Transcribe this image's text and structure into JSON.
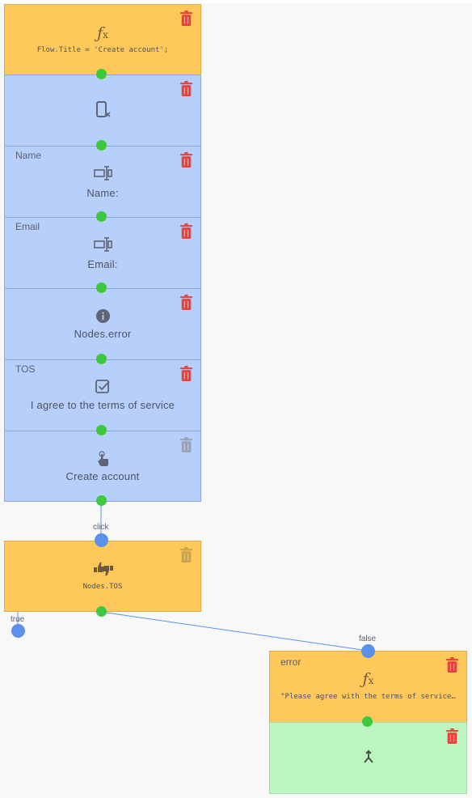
{
  "nodes": [
    {
      "label": "",
      "icon": "fx-icon",
      "text": "Flow.Title = 'Create account';",
      "trash": "active"
    },
    {
      "label": "",
      "icon": "phone-close-icon",
      "text": "",
      "trash": "active"
    },
    {
      "label": "Name",
      "icon": "input-field-icon",
      "text": "Name:",
      "trash": "active"
    },
    {
      "label": "Email",
      "icon": "input-field-icon",
      "text": "Email:",
      "trash": "active"
    },
    {
      "label": "",
      "icon": "info-icon",
      "text": "Nodes.error",
      "trash": "active"
    },
    {
      "label": "TOS",
      "icon": "checkbox-icon",
      "text": "I agree to the terms of service",
      "trash": "active"
    },
    {
      "label": "",
      "icon": "tap-icon",
      "text": "Create account",
      "trash": "disabled"
    },
    {
      "label": "",
      "icon": "thumbs-icon",
      "text": "Nodes.TOS",
      "trash": "disabled"
    },
    {
      "label": "error",
      "icon": "fx-icon",
      "text": "\"Please agree with the terms of service…",
      "trash": "active"
    },
    {
      "label": "",
      "icon": "merge-icon",
      "text": "",
      "trash": "active"
    }
  ],
  "edges": [
    {
      "label": "click"
    },
    {
      "label": "true"
    },
    {
      "label": "false"
    }
  ],
  "colors": {
    "blue_node": "#b7cffb",
    "orange_node": "#fec85a",
    "green_node": "#bdf6bf",
    "port_green": "#3dc83d",
    "port_blue": "#5b91ec",
    "trash_active": "#e8423b",
    "trash_disabled": "#9aa3b5"
  }
}
